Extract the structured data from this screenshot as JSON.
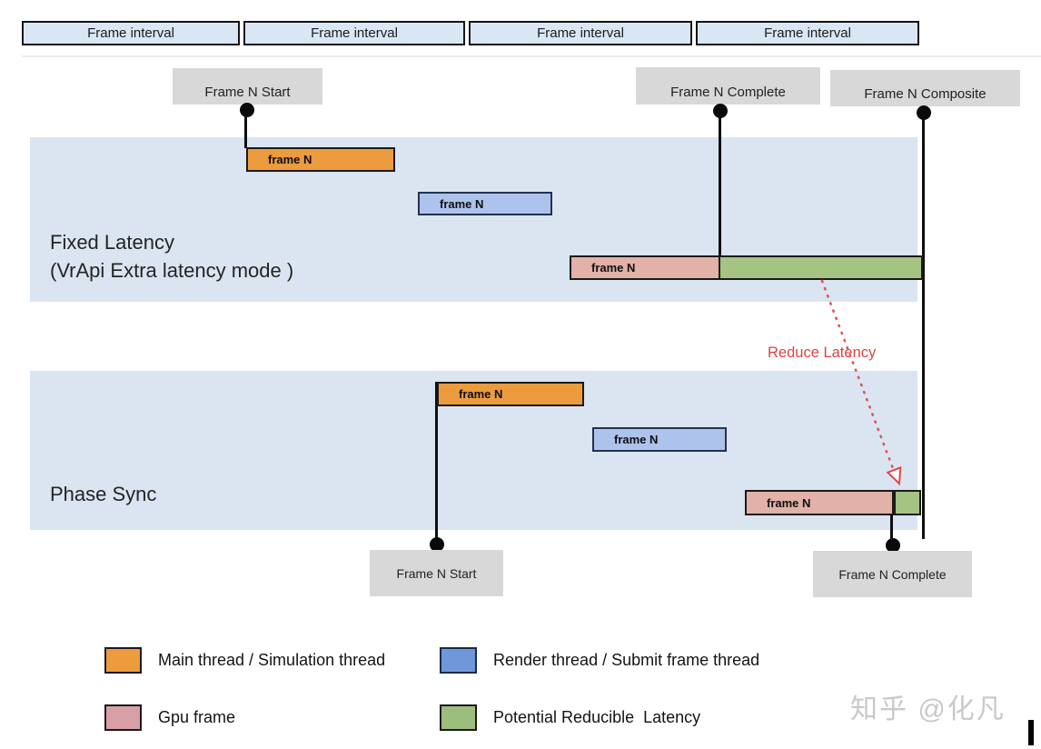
{
  "title_row": {
    "intervals": [
      "Frame interval",
      "Frame interval",
      "Frame interval",
      "Frame interval"
    ]
  },
  "markers": {
    "top": [
      {
        "id": "frame-n-start-top",
        "label": "Frame N Start"
      },
      {
        "id": "frame-n-complete-top",
        "label": "Frame N Complete"
      },
      {
        "id": "frame-n-composite-top",
        "label": "Frame N Composite"
      }
    ],
    "bottom": [
      {
        "id": "frame-n-start-bottom",
        "label": "Frame N Start"
      },
      {
        "id": "frame-n-complete-bottom",
        "label": "Frame N Complete"
      }
    ]
  },
  "lanes": [
    {
      "id": "fixed-latency",
      "label_line1": "Fixed Latency",
      "label_line2": "(VrApi Extra latency mode )",
      "bars": [
        {
          "type": "main-thread",
          "label": "frame N"
        },
        {
          "type": "render-thread",
          "label": "frame N"
        },
        {
          "type": "gpu-frame",
          "label": "frame N"
        },
        {
          "type": "reducible-latency",
          "label": ""
        }
      ]
    },
    {
      "id": "phase-sync",
      "label_line1": "Phase Sync",
      "label_line2": "",
      "bars": [
        {
          "type": "main-thread",
          "label": "frame N"
        },
        {
          "type": "render-thread",
          "label": "frame N"
        },
        {
          "type": "gpu-frame",
          "label": "frame N"
        },
        {
          "type": "reducible-latency",
          "label": ""
        }
      ]
    }
  ],
  "annotations": {
    "reduce_latency": "Reduce Latency"
  },
  "legend": {
    "items": [
      {
        "id": "main-thread",
        "color": "#ec9b3d",
        "label": "Main thread / Simulation thread"
      },
      {
        "id": "render-thread",
        "color": "#7097da",
        "label": "Render thread / Submit frame thread"
      },
      {
        "id": "gpu-frame",
        "color": "#d99fa7",
        "label": "Gpu frame"
      },
      {
        "id": "reducible-latency",
        "color": "#9cbe7d",
        "label": "Potential Reducible  Latency"
      }
    ]
  },
  "watermark": "知乎 @化凡",
  "colors": {
    "band_background": "#dbe5f1",
    "interval_fill": "#d9e7f5",
    "marker_label_background": "#d8d8d8",
    "main_thread": "#ec9b3d",
    "render_thread_bar": "#aec3eb",
    "gpu_frame_bar": "#e2b1a7",
    "reducible_latency_bar": "#a5c383",
    "reduce_latency_red": "#dc4343"
  }
}
